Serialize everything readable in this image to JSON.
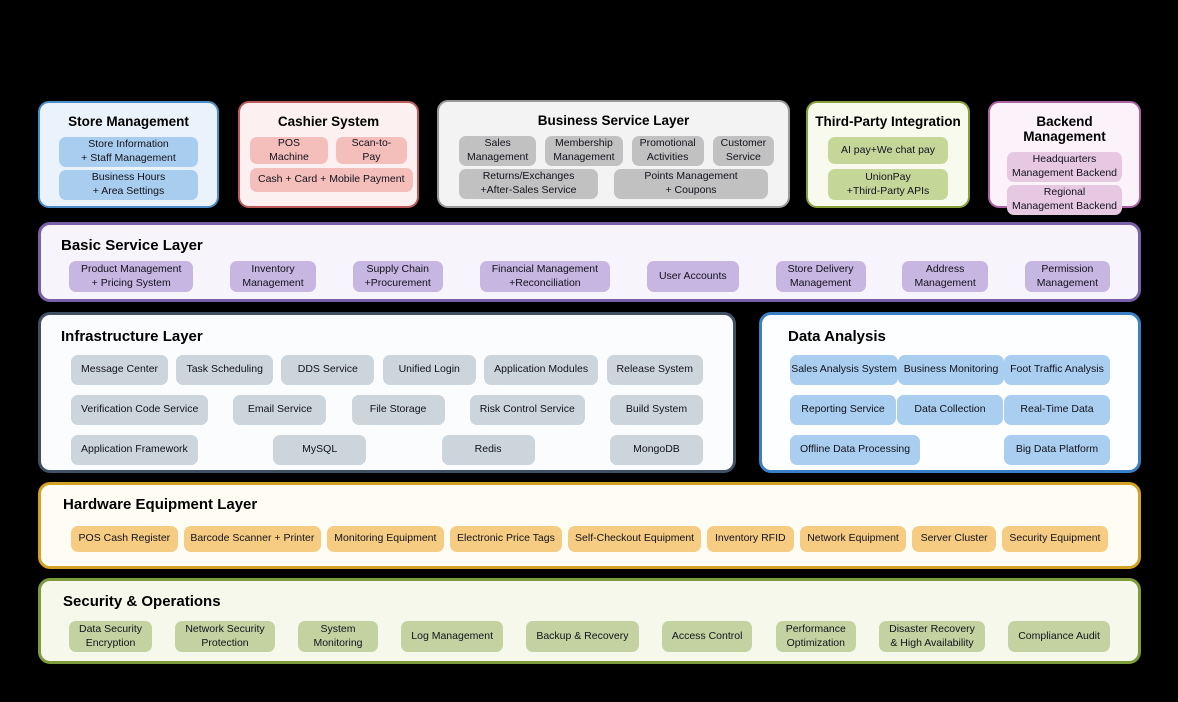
{
  "page": {
    "background": "#000000"
  },
  "top_row": {
    "store_management": {
      "title": "Store Management",
      "colors": {
        "border": "#4a8cc3",
        "bg": "#eaf3fb",
        "item": "#a9cdee"
      },
      "items": [
        "Store Information\n+ Staff Management",
        "Business Hours\n+ Area Settings"
      ]
    },
    "cashier_system": {
      "title": "Cashier System",
      "colors": {
        "border": "#bd5a5c",
        "bg": "#fcf1f0",
        "item": "#f4bebb"
      },
      "items_row1": [
        "POS Machine",
        "Scan-to-Pay"
      ],
      "items_row2": [
        "Cash + Card + Mobile Payment"
      ]
    },
    "business_service": {
      "title": "Business Service Layer",
      "colors": {
        "border": "#9a9a9a",
        "bg": "#f3f3f3",
        "item": "#c1c1c1"
      },
      "items_row1": [
        "Sales\nManagement",
        "Membership\nManagement",
        "Promotional\nActivities",
        "Customer\nService"
      ],
      "items_row2": [
        "Returns/Exchanges\n+After-Sales Service",
        "Points Management\n+ Coupons"
      ]
    },
    "third_party": {
      "title": "Third-Party Integration",
      "colors": {
        "border": "#87a03c",
        "bg": "#f8faee",
        "item": "#c5d699"
      },
      "items": [
        "AI pay+We chat pay",
        "UnionPay\n+Third-Party APIs"
      ]
    },
    "backend_management": {
      "title": "Backend Management",
      "colors": {
        "border": "#aa62a2",
        "bg": "#fbf2fa",
        "item": "#e7c8e3"
      },
      "items": [
        "Headquarters\nManagement Backend",
        "Regional\nManagement Backend"
      ]
    }
  },
  "basic_service": {
    "title": "Basic Service Layer",
    "colors": {
      "border": "#7a5fa9",
      "bg": "#f7f5fb",
      "item": "#c6b6e1"
    },
    "items": [
      "Product Management\n+ Pricing System",
      "Inventory\nManagement",
      "Supply Chain\n+Procurement",
      "Financial Management\n+Reconciliation",
      "User Accounts",
      "Store Delivery\nManagement",
      "Address\nManagement",
      "Permission\nManagement"
    ]
  },
  "infrastructure": {
    "title": "Infrastructure Layer",
    "colors": {
      "border": "#404f63",
      "bg": "#fbfcfd",
      "item": "#ccd5dc"
    },
    "row1": [
      "Message Center",
      "Task Scheduling",
      "DDS Service",
      "Unified Login",
      "Application Modules",
      "Release System"
    ],
    "row2": [
      "Verification Code Service",
      "Email Service",
      "File Storage",
      "Risk Control Service",
      "Build System"
    ],
    "row3": [
      "Application Framework",
      "MySQL",
      "Redis",
      "MongoDB"
    ]
  },
  "data_analysis": {
    "title": "Data Analysis",
    "colors": {
      "border": "#3b7fc4",
      "bg": "#fcfeff",
      "item": "#a9cef0"
    },
    "row1": [
      "Sales Analysis System",
      "Business Monitoring",
      "Foot Traffic Analysis"
    ],
    "row2": [
      "Reporting Service",
      "Data Collection",
      "Real-Time Data"
    ],
    "row3": [
      "Offline Data Processing",
      "Big Data Platform"
    ]
  },
  "hardware": {
    "title": "Hardware Equipment Layer",
    "colors": {
      "border": "#d2a125",
      "bg": "#fffdf3",
      "item": "#f6cc83"
    },
    "items": [
      "POS Cash Register",
      "Barcode Scanner + Printer",
      "Monitoring Equipment",
      "Electronic Price Tags",
      "Self-Checkout Equipment",
      "Inventory RFID",
      "Network Equipment",
      "Server Cluster",
      "Security Equipment"
    ]
  },
  "security_operations": {
    "title": "Security & Operations",
    "colors": {
      "border": "#7d9c3b",
      "bg": "#f5f8eb",
      "item": "#c3d2a0"
    },
    "items": [
      "Data Security\nEncryption",
      "Network Security\nProtection",
      "System\nMonitoring",
      "Log Management",
      "Backup & Recovery",
      "Access Control",
      "Performance\nOptimization",
      "Disaster Recovery\n& High Availability",
      "Compliance Audit"
    ]
  }
}
